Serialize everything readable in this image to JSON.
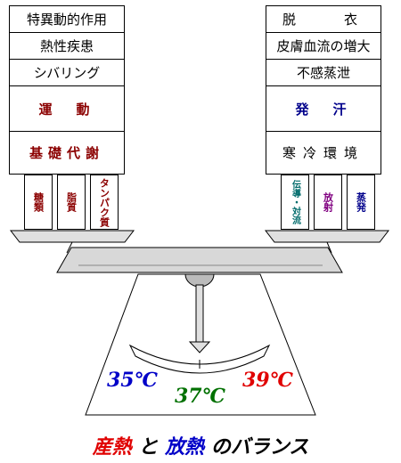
{
  "left_stack": {
    "rows": [
      "特異動的作用",
      "熱性疾患",
      "シバリング",
      "運　動",
      "基礎代謝"
    ],
    "columns": [
      "糖類",
      "脂質",
      "タンパク質"
    ]
  },
  "right_stack": {
    "rows": [
      "脱　　衣",
      "皮膚血流の増大",
      "不感蒸泄",
      "発　汗",
      "寒冷環境"
    ],
    "columns": [
      "伝導・対流",
      "放射",
      "蒸発"
    ]
  },
  "temperatures": {
    "low": "35℃",
    "normal": "37℃",
    "high": "39℃"
  },
  "footer": {
    "part1": "産熱",
    "part2": "と",
    "part3": "放熱",
    "part4": "のバランス"
  },
  "colors": {
    "dark_red": "#8b0000",
    "dark_blue": "#00008b",
    "teal": "#006b6b",
    "purple": "#800080",
    "red": "#e00000",
    "blue": "#0000c8",
    "green": "#007000"
  }
}
